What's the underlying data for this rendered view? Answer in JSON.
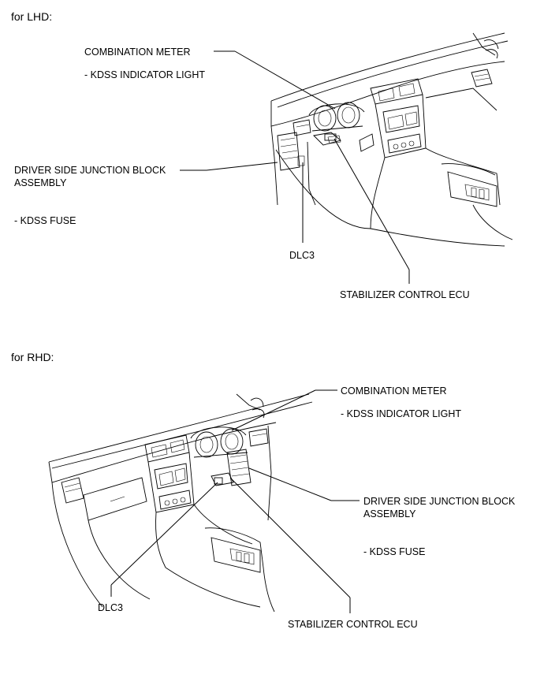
{
  "lhd": {
    "heading": "for LHD:",
    "combination_meter": "COMBINATION METER",
    "kdss_indicator": "- KDSS INDICATOR LIGHT",
    "junction_block_line1": "DRIVER SIDE JUNCTION BLOCK",
    "junction_block_line2": "ASSEMBLY",
    "kdss_fuse": "- KDSS FUSE",
    "dlc3": "DLC3",
    "stabilizer_ecu": "STABILIZER CONTROL ECU"
  },
  "rhd": {
    "heading": "for RHD:",
    "combination_meter": "COMBINATION METER",
    "kdss_indicator": "- KDSS INDICATOR LIGHT",
    "junction_block_line1": "DRIVER SIDE JUNCTION BLOCK",
    "junction_block_line2": "ASSEMBLY",
    "kdss_fuse": "- KDSS FUSE",
    "dlc3": "DLC3",
    "stabilizer_ecu": "STABILIZER CONTROL ECU"
  }
}
